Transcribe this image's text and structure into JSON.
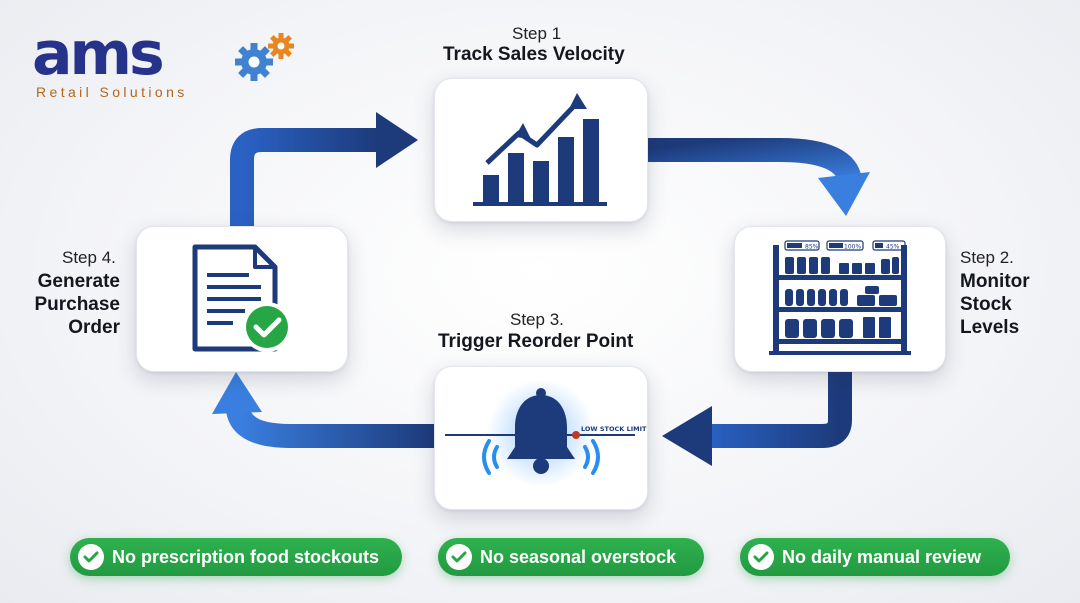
{
  "logo": {
    "name": "ams",
    "tagline": "Retail Solutions"
  },
  "steps": [
    {
      "label": "Step 1",
      "title": "Track Sales Velocity",
      "icon": "bar-chart-trend-icon"
    },
    {
      "label": "Step 2.",
      "title_lines": [
        "Monitor",
        "Stock",
        "Levels"
      ],
      "icon": "stock-shelf-icon",
      "shelf_indicators": [
        "85%",
        "100%",
        "45%"
      ]
    },
    {
      "label": "Step 3.",
      "title": "Trigger Reorder Point",
      "icon": "alert-bell-icon",
      "threshold_label": "LOW STOCK LIMIT"
    },
    {
      "label": "Step 4.",
      "title_lines": [
        "Generate",
        "Purchase",
        "Order"
      ],
      "icon": "document-check-icon"
    }
  ],
  "benefits": [
    "No prescription food stockouts",
    "No seasonal overstock",
    "No daily manual review"
  ],
  "colors": {
    "flow_blue": "#2a62c4",
    "dark_blue": "#1d3a7a",
    "brand_navy": "#27328a",
    "brand_orange": "#e8861f",
    "benefit_green": "#27a646"
  }
}
